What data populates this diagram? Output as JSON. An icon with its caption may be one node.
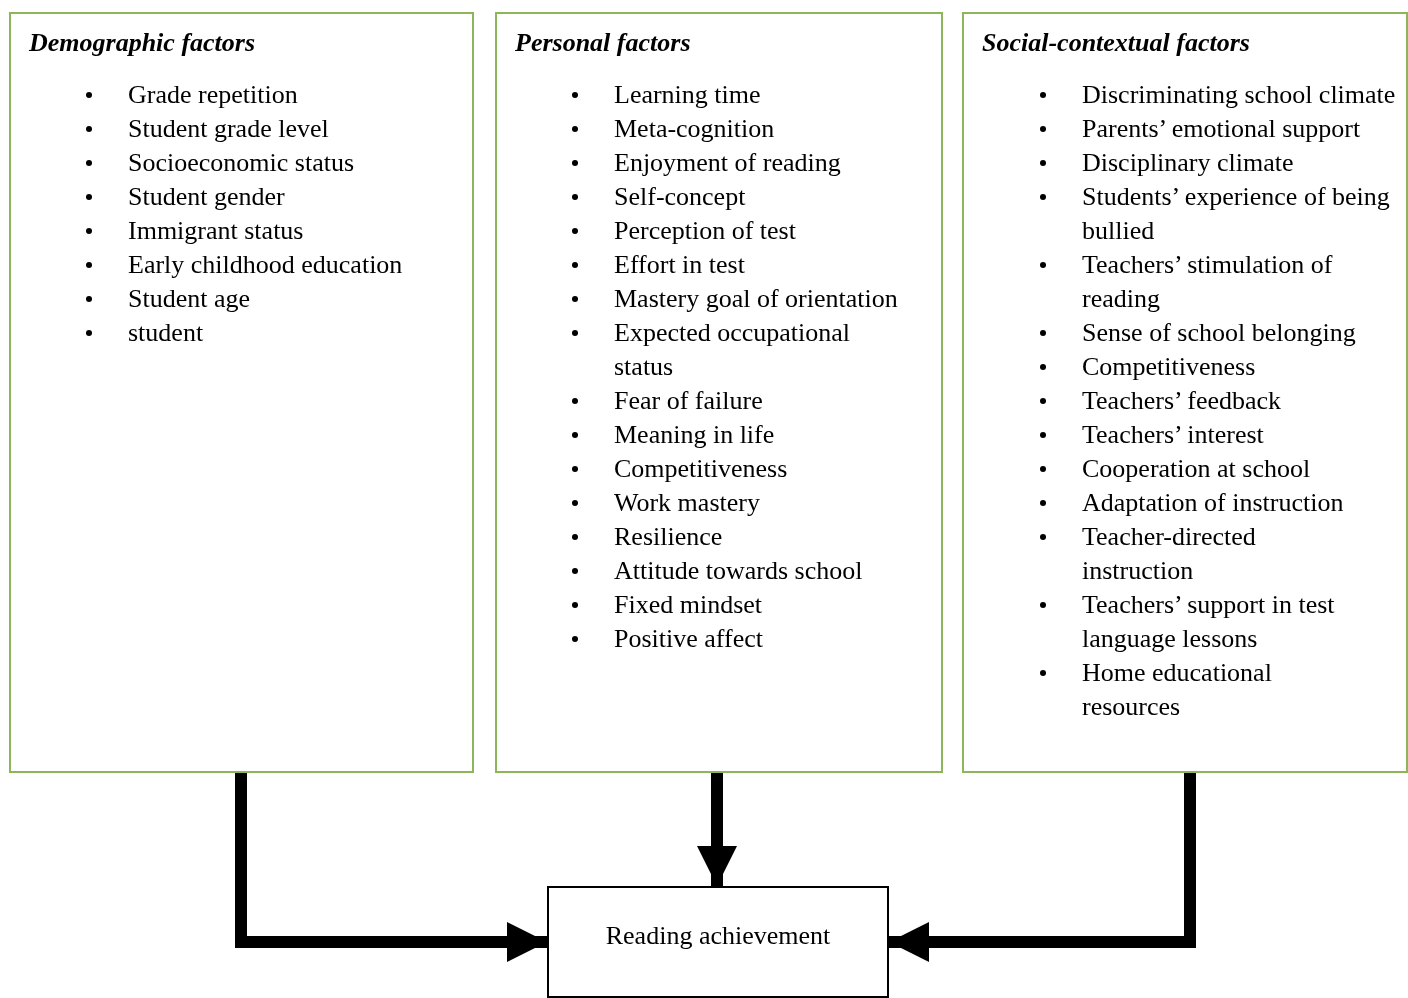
{
  "diagram": {
    "nodes": [
      {
        "text": [
          "Demographic factors",
          "Grade repetition",
          "Student grade level",
          "Socioeconomic status",
          "Student gender",
          "Immigrant status",
          "Early childhood education",
          "Student age",
          "student"
        ]
      },
      {
        "text": [
          "Personal factors",
          "Learning time",
          "Meta-cognition",
          "Enjoyment of reading",
          "Self-concept",
          "Perception of test",
          "Effort in test",
          "Mastery goal of orientation",
          "Expected occupational status",
          "Fear of failure",
          "Meaning in life",
          "Competitiveness",
          "Work mastery",
          "Resilience",
          "Attitude towards school",
          "Fixed mindset",
          "Positive affect"
        ]
      },
      {
        "text": [
          "Social-contextual factors",
          "Discriminating school climate",
          "Parents’ emotional support",
          "Disciplinary climate",
          "Students’ experience of being bullied",
          "Teachers’ stimulation of reading",
          "Sense of school belonging",
          "Competitiveness",
          "Teachers’ feedback",
          "Teachers’ interest",
          "Cooperation at school",
          "Adaptation of instruction",
          "Teacher-directed instruction",
          "Teachers’ support in test language lessons",
          "Home educational resources"
        ]
      },
      {
        "text": [
          "Reading achievement"
        ]
      }
    ],
    "edges": [
      {
        "from": 0,
        "to": 3,
        "arrow": "to"
      },
      {
        "from": 1,
        "to": 3,
        "arrow": "to"
      },
      {
        "from": 2,
        "to": 3,
        "arrow": "to"
      }
    ]
  }
}
